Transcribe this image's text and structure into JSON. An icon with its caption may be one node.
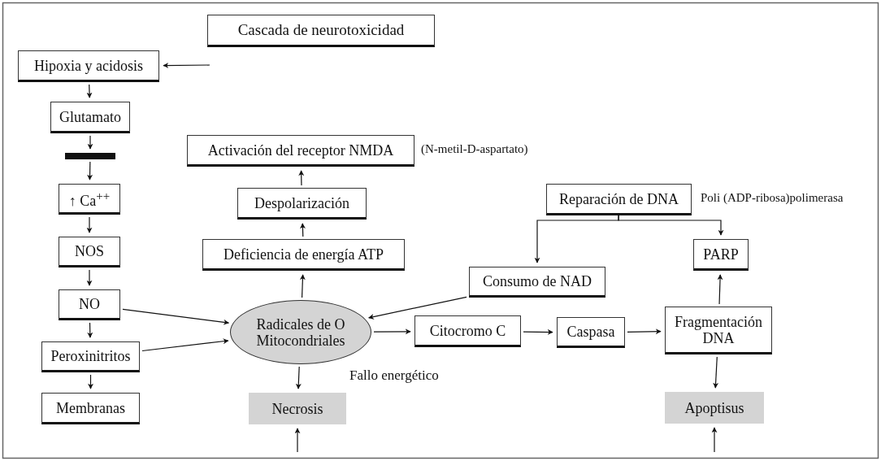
{
  "diagram": {
    "nodes": [
      {
        "text": [
          "Cascada de neurotoxicidad"
        ]
      },
      {
        "text": [
          "Hipoxia y acidosis"
        ]
      },
      {
        "text": [
          "Glutamato"
        ]
      },
      {
        "text": [],
        "shape": "bar"
      },
      {
        "text": [
          "↑ Ca$^{++}$"
        ]
      },
      {
        "text": [
          "NOS"
        ]
      },
      {
        "text": [
          "NO"
        ]
      },
      {
        "text": [
          "Peroxinitritos"
        ]
      },
      {
        "text": [
          "Membranas"
        ]
      },
      {
        "text": [
          "Activación del receptor NMDA"
        ],
        "beside": [
          "(N-metil-D-aspartato)"
        ]
      },
      {
        "text": [
          "Despolarización"
        ]
      },
      {
        "text": [
          "Deficiencia de energía ATP"
        ]
      },
      {
        "text": [
          "Radicales de O Mitocondriales"
        ]
      },
      {
        "text": [
          "Necrosis"
        ]
      },
      {
        "text": [
          "Reparación de DNA"
        ],
        "beside": [
          "Poli (ADP-ribosa)polimerasa"
        ]
      },
      {
        "text": [
          "PARP"
        ]
      },
      {
        "text": [
          "Consumo de NAD"
        ]
      },
      {
        "text": [
          "Citocromo C"
        ]
      },
      {
        "text": [
          "Caspasa"
        ]
      },
      {
        "text": [
          "Fragmentación DNA"
        ]
      },
      {
        "text": [
          "Apoptisus"
        ]
      }
    ],
    "edges": [
      {
        "from": null,
        "to": 1,
        "arrow": "to"
      },
      {
        "from": 1,
        "to": 2,
        "arrow": "to"
      },
      {
        "from": 2,
        "to": 3,
        "arrow": "to"
      },
      {
        "from": 3,
        "to": 4,
        "arrow": "to"
      },
      {
        "from": 4,
        "to": 5,
        "arrow": "to"
      },
      {
        "from": 5,
        "to": 6,
        "arrow": "to"
      },
      {
        "from": 6,
        "to": 7,
        "arrow": "to"
      },
      {
        "from": 7,
        "to": 8,
        "arrow": "to"
      },
      {
        "from": 6,
        "to": 12,
        "arrow": "to"
      },
      {
        "from": 7,
        "to": 12,
        "arrow": "to"
      },
      {
        "from": 12,
        "to": 11,
        "arrow": "to"
      },
      {
        "from": 11,
        "to": 10,
        "arrow": "to"
      },
      {
        "from": 10,
        "to": 9,
        "arrow": "to"
      },
      {
        "from": 12,
        "to": 13,
        "arrow": "to"
      },
      {
        "from": null,
        "to": 13,
        "arrow": "to"
      },
      {
        "from": 14,
        "to": 16,
        "arrow": "to"
      },
      {
        "from": 14,
        "to": 15,
        "arrow": "to"
      },
      {
        "from": 16,
        "to": 12,
        "arrow": "to"
      },
      {
        "from": 12,
        "to": 17,
        "arrow": "to"
      },
      {
        "from": 17,
        "to": 18,
        "arrow": "to"
      },
      {
        "from": 18,
        "to": 19,
        "arrow": "to"
      },
      {
        "from": 19,
        "to": 15,
        "arrow": "to"
      },
      {
        "from": 19,
        "to": 20,
        "arrow": "to"
      },
      {
        "from": null,
        "to": 20,
        "arrow": "to"
      }
    ],
    "labels": [
      "Fallo energético"
    ]
  }
}
